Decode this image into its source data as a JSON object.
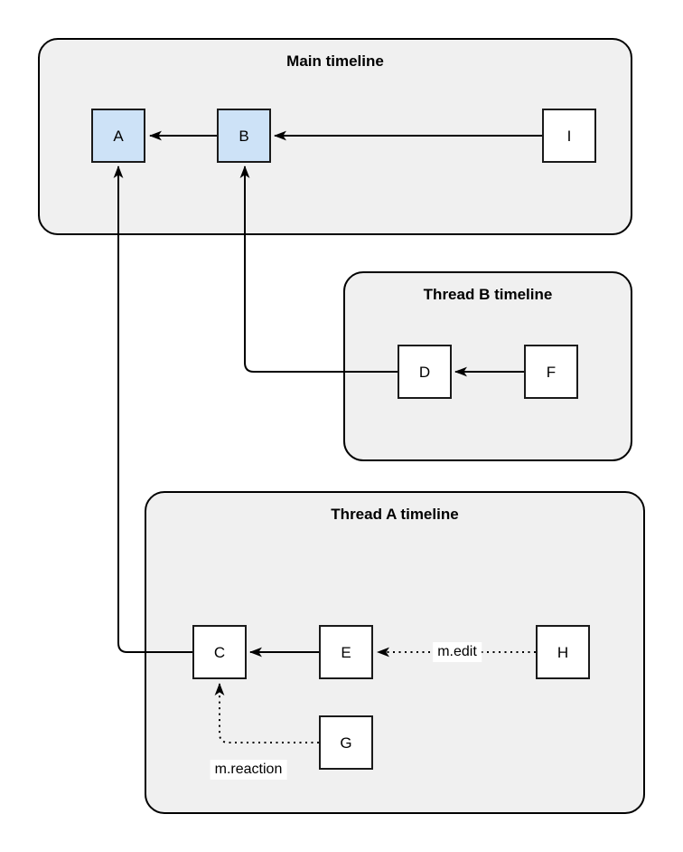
{
  "diagram": {
    "containers": [
      {
        "id": "main-timeline",
        "label": "Main timeline",
        "fill": "#f0f0f0",
        "stroke": "#000000"
      },
      {
        "id": "thread-b-timeline",
        "label": "Thread B timeline",
        "fill": "#f0f0f0",
        "stroke": "#000000"
      },
      {
        "id": "thread-a-timeline",
        "label": "Thread A timeline",
        "fill": "#f0f0f0",
        "stroke": "#000000"
      }
    ],
    "nodes": [
      {
        "id": "A",
        "label": "A",
        "container": "main-timeline",
        "fill": "#cde2f7"
      },
      {
        "id": "B",
        "label": "B",
        "container": "main-timeline",
        "fill": "#cde2f7"
      },
      {
        "id": "I",
        "label": "I",
        "container": "main-timeline",
        "fill": "#ffffff"
      },
      {
        "id": "D",
        "label": "D",
        "container": "thread-b-timeline",
        "fill": "#ffffff"
      },
      {
        "id": "F",
        "label": "F",
        "container": "thread-b-timeline",
        "fill": "#ffffff"
      },
      {
        "id": "C",
        "label": "C",
        "container": "thread-a-timeline",
        "fill": "#ffffff"
      },
      {
        "id": "E",
        "label": "E",
        "container": "thread-a-timeline",
        "fill": "#ffffff"
      },
      {
        "id": "H",
        "label": "H",
        "container": "thread-a-timeline",
        "fill": "#ffffff"
      },
      {
        "id": "G",
        "label": "G",
        "container": "thread-a-timeline",
        "fill": "#ffffff"
      }
    ],
    "edges": [
      {
        "from": "B",
        "to": "A",
        "style": "solid",
        "label": ""
      },
      {
        "from": "I",
        "to": "B",
        "style": "solid",
        "label": ""
      },
      {
        "from": "F",
        "to": "D",
        "style": "solid",
        "label": ""
      },
      {
        "from": "E",
        "to": "C",
        "style": "solid",
        "label": ""
      },
      {
        "from": "D",
        "to": "B",
        "style": "solid",
        "label": ""
      },
      {
        "from": "C",
        "to": "A",
        "style": "solid",
        "label": ""
      },
      {
        "from": "H",
        "to": "E",
        "style": "dotted",
        "label": "m.edit"
      },
      {
        "from": "G",
        "to": "C",
        "style": "dotted",
        "label": "m.reaction"
      }
    ],
    "colors": {
      "node_highlight": "#cde2f7",
      "node_default": "#ffffff",
      "container_fill": "#f0f0f0",
      "stroke": "#000000",
      "label_background": "#ffffff"
    }
  }
}
